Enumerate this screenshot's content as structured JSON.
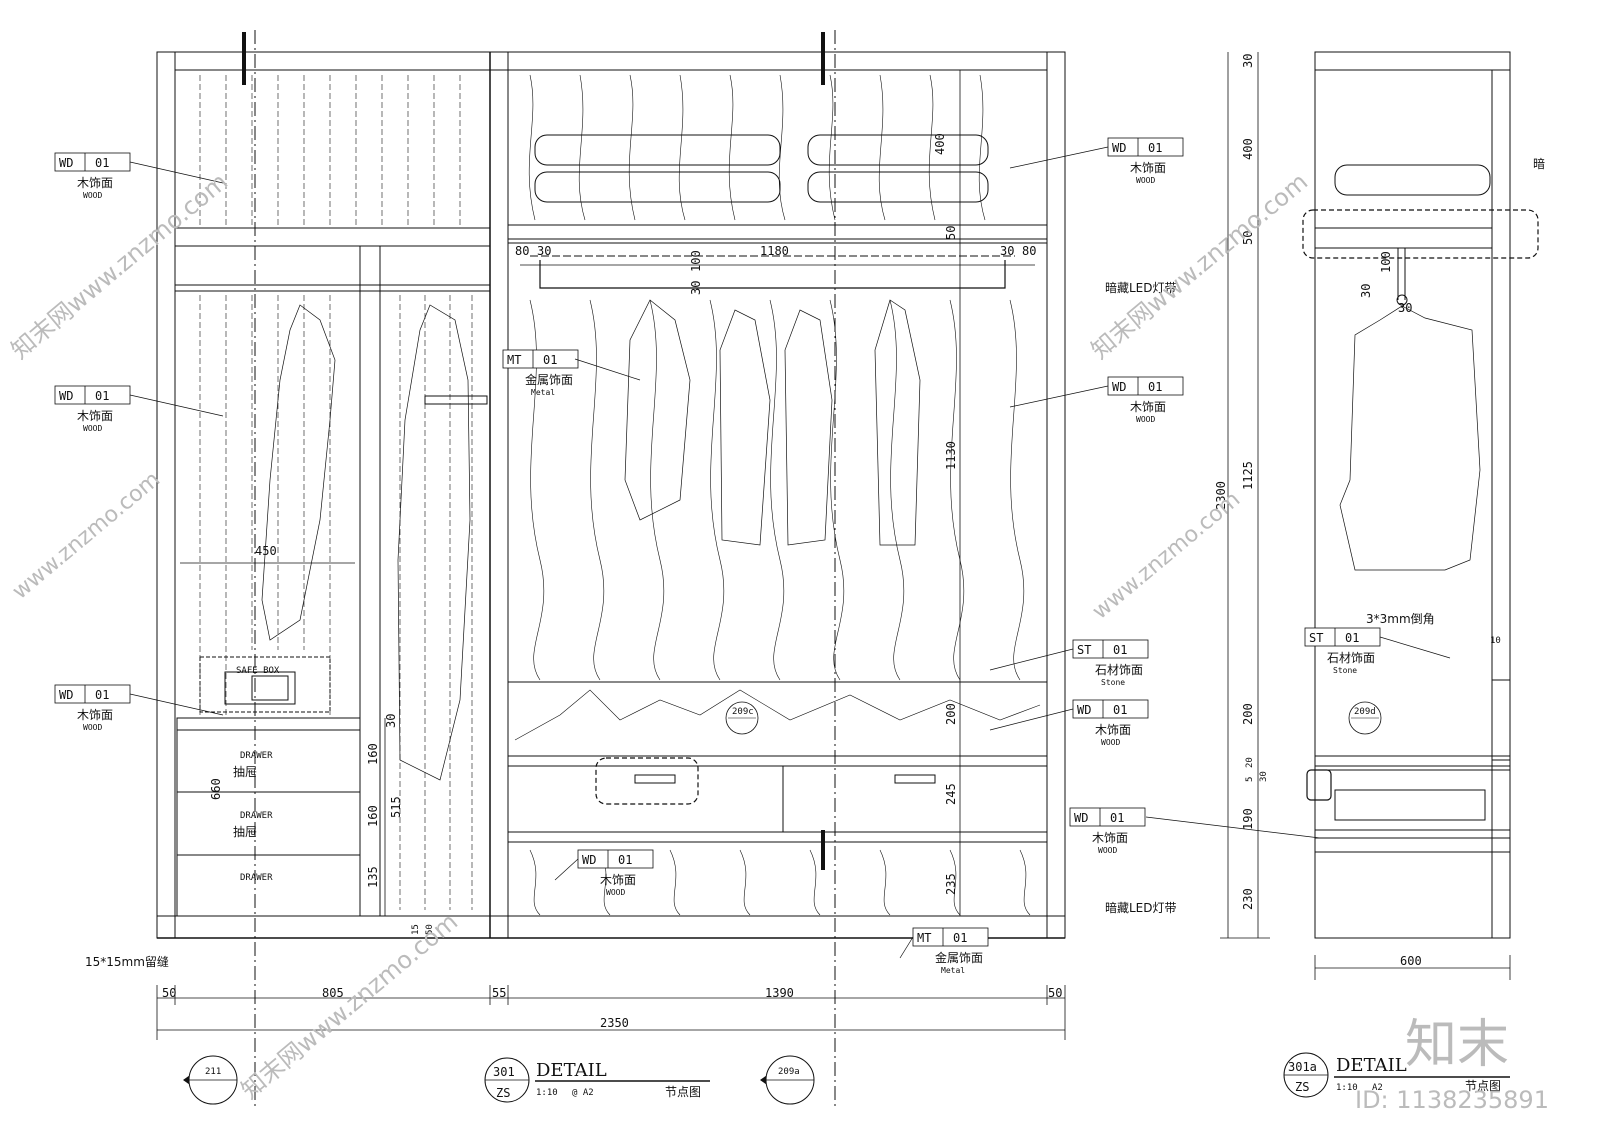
{
  "tags": [
    {
      "id": "tag-wd-left-top",
      "code": "WD",
      "num": "01",
      "cn": "木饰面",
      "en": "WOOD"
    },
    {
      "id": "tag-wd-left-mid",
      "code": "WD",
      "num": "01",
      "cn": "木饰面",
      "en": "WOOD"
    },
    {
      "id": "tag-wd-left-low",
      "code": "WD",
      "num": "01",
      "cn": "木饰面",
      "en": "WOOD"
    },
    {
      "id": "tag-wd-right-top",
      "code": "WD",
      "num": "01",
      "cn": "木饰面",
      "en": "WOOD"
    },
    {
      "id": "tag-mt-center",
      "code": "MT",
      "num": "01",
      "cn": "金属饰面",
      "en": "Metal"
    },
    {
      "id": "tag-wd-right-mid",
      "code": "WD",
      "num": "01",
      "cn": "木饰面",
      "en": "WOOD"
    },
    {
      "id": "tag-st-right",
      "code": "ST",
      "num": "01",
      "cn": "石材饰面",
      "en": "Stone"
    },
    {
      "id": "tag-wd-right-low",
      "code": "WD",
      "num": "01",
      "cn": "木饰面",
      "en": "WOOD"
    },
    {
      "id": "tag-wd-bottom-center",
      "code": "WD",
      "num": "01",
      "cn": "木饰面",
      "en": "WOOD"
    },
    {
      "id": "tag-mt-bottom",
      "code": "MT",
      "num": "01",
      "cn": "金属饰面",
      "en": "Metal"
    },
    {
      "id": "tag-wd-section-low",
      "code": "WD",
      "num": "01",
      "cn": "木饰面",
      "en": "WOOD"
    },
    {
      "id": "tag-st-section",
      "code": "ST",
      "num": "01",
      "cn": "石材饰面",
      "en": "Stone"
    }
  ],
  "notes": {
    "led_top": "暗藏LED灯带",
    "led_bottom": "暗藏LED灯带",
    "gap": "15*15mm留缝",
    "chamfer": "3*3mm倒角",
    "safe_box": "SAFE BOX",
    "drawer_en": "DRAWER",
    "drawer_cn": "抽屉",
    "section_top_cut": "暗"
  },
  "elevation_dims": {
    "bottom_row": [
      "50",
      "805",
      "55",
      "1390",
      "50"
    ],
    "total": "2350",
    "inner_top": [
      "80",
      "30",
      "1180",
      "30",
      "80"
    ],
    "vertical_right": [
      "400",
      "50",
      "1130",
      "200",
      "245",
      "235"
    ],
    "hang_rod": [
      "100",
      "30"
    ],
    "left_width": "450",
    "drawer_stack": [
      "30",
      "160",
      "160",
      "135",
      "515",
      "660"
    ],
    "plinth": [
      "15",
      "50"
    ]
  },
  "section_dims": {
    "vertical": [
      "30",
      "400",
      "50",
      "1125",
      "200",
      "20",
      "5",
      "30",
      "190",
      "230"
    ],
    "total": "2300",
    "rod": [
      "100",
      "30",
      "30"
    ],
    "width": "600",
    "chamfer_size": "10"
  },
  "callouts": {
    "left": "211",
    "mid": "209a",
    "bubble_c": "209c",
    "bubble_d": "209d"
  },
  "title_main": {
    "num": "301",
    "sheet": "ZS",
    "name": "DETAIL",
    "scale": "1:10",
    "paper": "@ A2",
    "cn": "节点图"
  },
  "title_section": {
    "num": "301a",
    "sheet": "ZS",
    "name": "DETAIL",
    "scale": "1:10",
    "paper": "A2",
    "cn": "节点图"
  },
  "watermark": {
    "brand": "知末",
    "site": "www.znzmo.com",
    "id": "ID: 1138235891",
    "repeat": "知末网www.znzmo.com"
  }
}
